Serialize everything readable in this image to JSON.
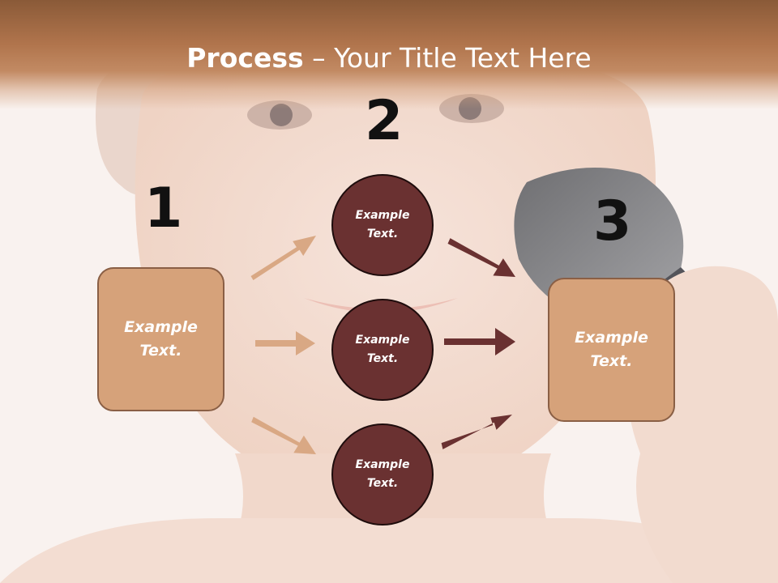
{
  "title": {
    "bold": "Process",
    "rest": " – Your Title Text Here"
  },
  "numbers": {
    "one": "1",
    "two": "2",
    "three": "3"
  },
  "left_box": {
    "text": "Example Text."
  },
  "right_box": {
    "text": "Example Text."
  },
  "circles": [
    {
      "text": "Example Text."
    },
    {
      "text": "Example Text."
    },
    {
      "text": "Example Text."
    }
  ],
  "colors": {
    "title_band": "#b0744c",
    "box_fill": "#d6a27a",
    "circle_fill": "#6a3131",
    "left_arrows": "#d9a884",
    "right_arrows": "#6a3131"
  }
}
